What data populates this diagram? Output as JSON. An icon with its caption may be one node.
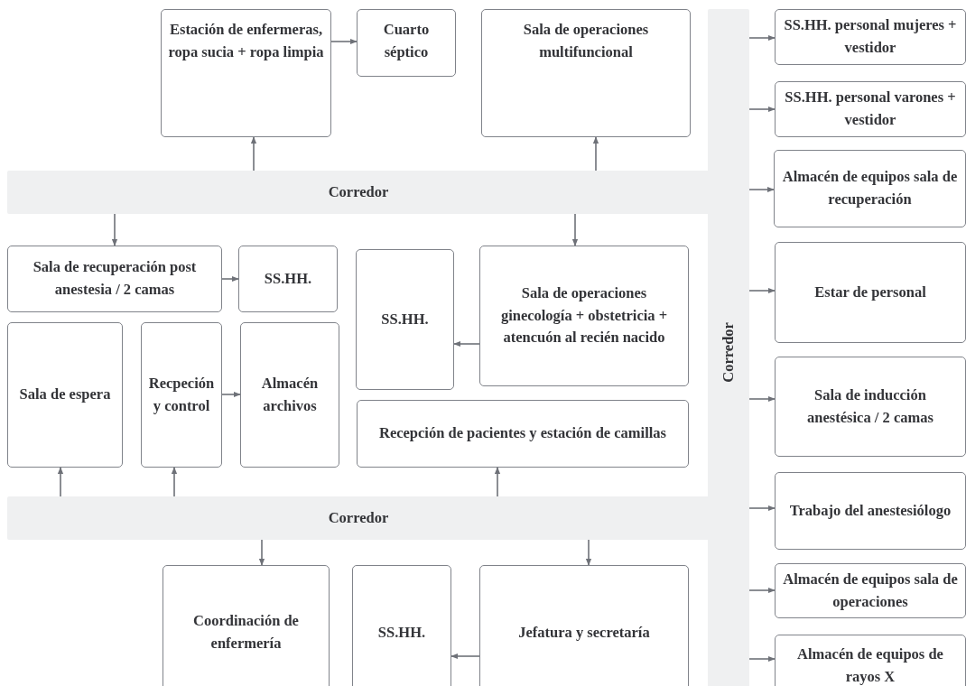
{
  "diagram": {
    "nodes": [
      {
        "text": [
          "Estación de enfermeras, ropa sucia + ropa limpia"
        ]
      },
      {
        "text": [
          "Cuarto séptico"
        ]
      },
      {
        "text": [
          "Sala de operaciones multifuncional"
        ]
      },
      {
        "text": [
          "Corredor"
        ]
      },
      {
        "text": [
          "Sala de recuperación post anestesia / 2 camas"
        ]
      },
      {
        "text": [
          "SS.HH."
        ]
      },
      {
        "text": [
          "SS.HH."
        ]
      },
      {
        "text": [
          "Sala de operaciones ginecología + obstetricia + atencuón al recién nacido"
        ]
      },
      {
        "text": [
          "Sala de espera"
        ]
      },
      {
        "text": [
          "Recpeción y control"
        ]
      },
      {
        "text": [
          "Almacén archivos"
        ]
      },
      {
        "text": [
          "Recepción de pacientes y estación de camillas"
        ]
      },
      {
        "text": [
          "Corredor"
        ]
      },
      {
        "text": [
          "Coordinación de enfermería"
        ]
      },
      {
        "text": [
          "SS.HH."
        ]
      },
      {
        "text": [
          "Jefatura y secretaría"
        ]
      },
      {
        "text": [
          "Corredor"
        ]
      },
      {
        "text": [
          "SS.HH. personal mujeres + vestidor"
        ]
      },
      {
        "text": [
          "SS.HH. personal varones + vestidor"
        ]
      },
      {
        "text": [
          "Almacén de equipos sala de recuperación"
        ]
      },
      {
        "text": [
          "Estar de personal"
        ]
      },
      {
        "text": [
          "Sala de inducción anestésica / 2 camas"
        ]
      },
      {
        "text": [
          "Trabajo del anestesiólogo"
        ]
      },
      {
        "text": [
          "Almacén de equipos sala de operaciones"
        ]
      },
      {
        "text": [
          "Almacén de equipos de rayos X"
        ]
      }
    ],
    "edges": [
      {
        "from": 3,
        "to": 0,
        "arrow": "to"
      },
      {
        "from": 0,
        "to": 1,
        "arrow": "to"
      },
      {
        "from": 3,
        "to": 2,
        "arrow": "to"
      },
      {
        "from": 3,
        "to": 4,
        "arrow": "to"
      },
      {
        "from": 3,
        "to": 7,
        "arrow": "to"
      },
      {
        "from": 4,
        "to": 5,
        "arrow": "to"
      },
      {
        "from": 7,
        "to": 6,
        "arrow": "to"
      },
      {
        "from": 9,
        "to": 10,
        "arrow": "to"
      },
      {
        "from": 12,
        "to": 8,
        "arrow": "to"
      },
      {
        "from": 12,
        "to": 9,
        "arrow": "to"
      },
      {
        "from": 12,
        "to": 11,
        "arrow": "to"
      },
      {
        "from": 12,
        "to": 13,
        "arrow": "to"
      },
      {
        "from": 12,
        "to": 15,
        "arrow": "to"
      },
      {
        "from": 15,
        "to": 14,
        "arrow": "to"
      },
      {
        "from": 16,
        "to": 17,
        "arrow": "to"
      },
      {
        "from": 16,
        "to": 18,
        "arrow": "to"
      },
      {
        "from": 16,
        "to": 19,
        "arrow": "to"
      },
      {
        "from": 16,
        "to": 20,
        "arrow": "to"
      },
      {
        "from": 16,
        "to": 21,
        "arrow": "to"
      },
      {
        "from": 16,
        "to": 22,
        "arrow": "to"
      },
      {
        "from": 16,
        "to": 23,
        "arrow": "to"
      },
      {
        "from": 16,
        "to": 24,
        "arrow": "to"
      }
    ]
  }
}
